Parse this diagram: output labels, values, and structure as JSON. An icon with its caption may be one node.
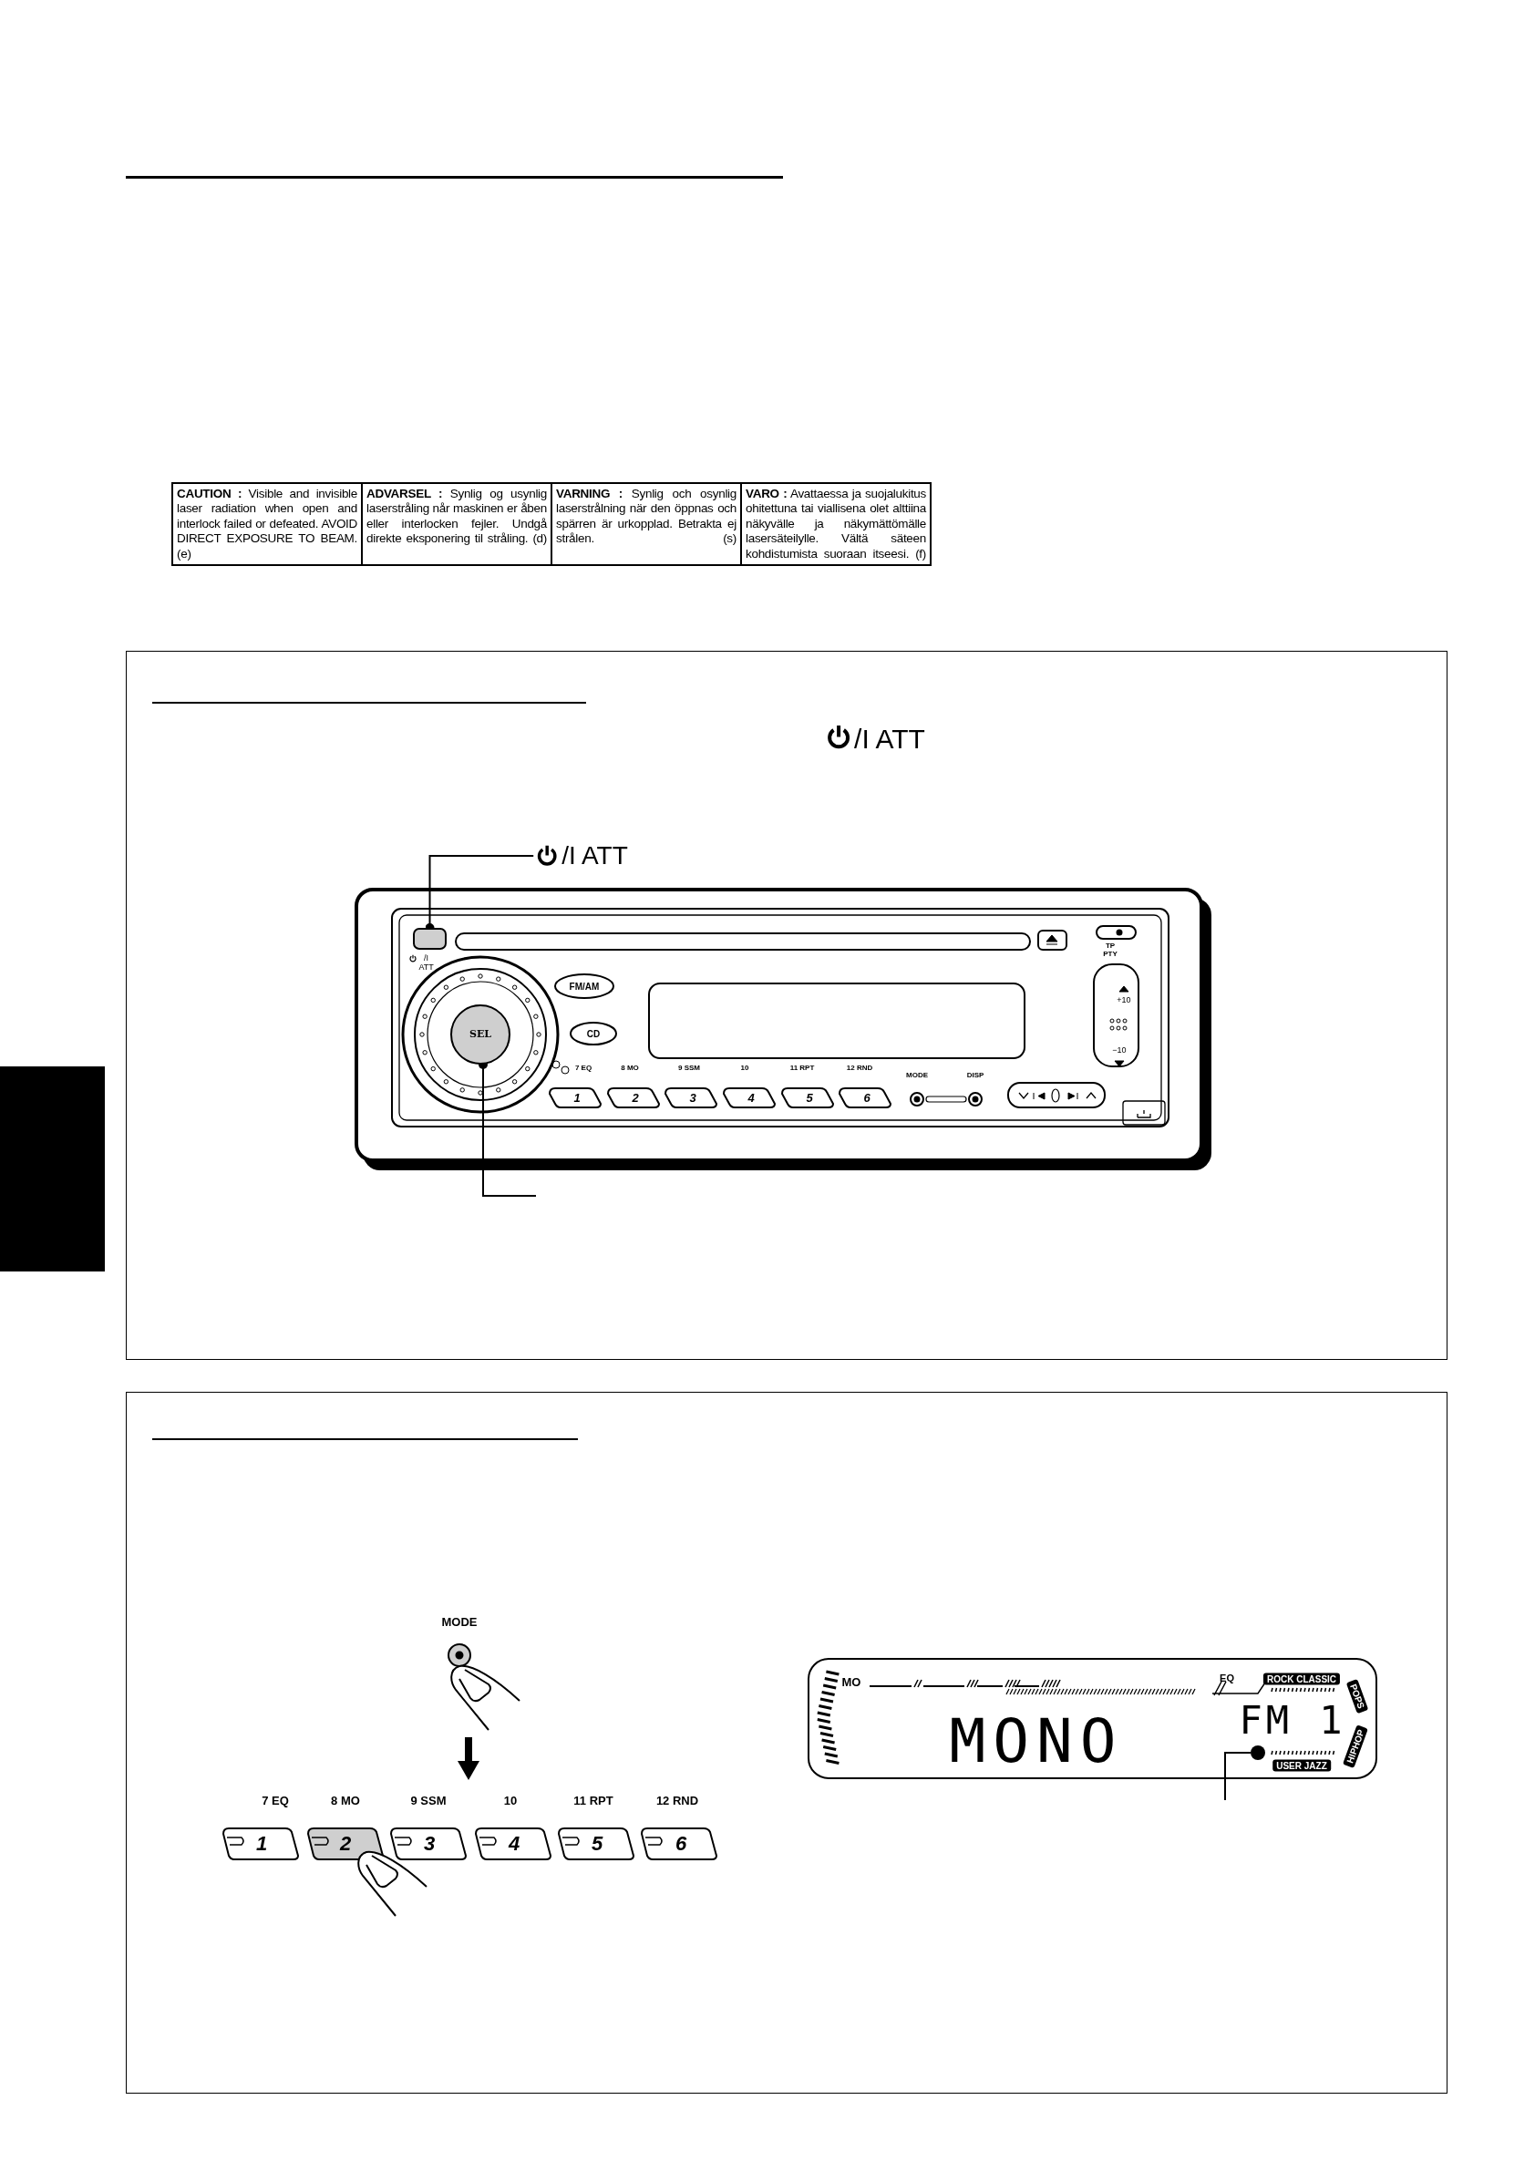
{
  "diagram": {
    "nodes": [
      {
        "text": [
          "/I ATT"
        ]
      },
      {
        "text": [],
        "shape": "box",
        "beside": [
          "/I ATT"
        ]
      },
      {
        "text": [
          "SEL"
        ]
      },
      {
        "text": [],
        "shape": "circle"
      },
      {
        "text": [],
        "shape": "box"
      }
    ],
    "edges": [
      {
        "from": 0,
        "to": 1,
        "arrow": "other"
      },
      {
        "from": null,
        "to": 2,
        "arrow": "other"
      },
      {
        "from": null,
        "to": 3,
        "arrow": "none"
      }
    ],
    "labels": [
      "**CAUTION :** Visible and invisible laser radiation when open and interlock failed or defeated. AVOID DIRECT EXPOSURE TO BEAM. (e)",
      "**ADVARSEL :** Synlig og usynlig laserstråling når maskinen er åben eller interlocken fejler. Undgå direkte eksponering til stråling. (d)",
      "**VARNING :** Synlig och osynlig laserstrålning när den öppnas och spärren är urkopplad. Betrakta ej strålen. (s)",
      "**VARO :** Avattaessa ja suojalukitus ohitettuna tai viallisena olet alttiina näkyvälle ja näkymättömälle lasersäteilylle. Vältä säteen kohdistumista suoraan itseesi. (f)",
      "/I ATT",
      "FM/AM",
      "CD",
      "TP PTY",
      "+10",
      "−10",
      "7 EQ",
      "8 MO",
      "9 SSM",
      "10",
      "11 RPT",
      "12 RND",
      "MODE",
      "DISP",
      "1",
      "2",
      "3",
      "4",
      "5",
      "6",
      "MODE",
      "7 EQ",
      "8 MO",
      "9 SSM",
      "10",
      "11 RPT",
      "12 RND",
      "1",
      "2",
      "3",
      "4",
      "5",
      "6",
      "MO",
      "EQ",
      "ROCK CLASSIC",
      "POPS",
      "HIPHOP",
      "USER JAZZ",
      "MONO",
      "FM 1"
    ]
  }
}
